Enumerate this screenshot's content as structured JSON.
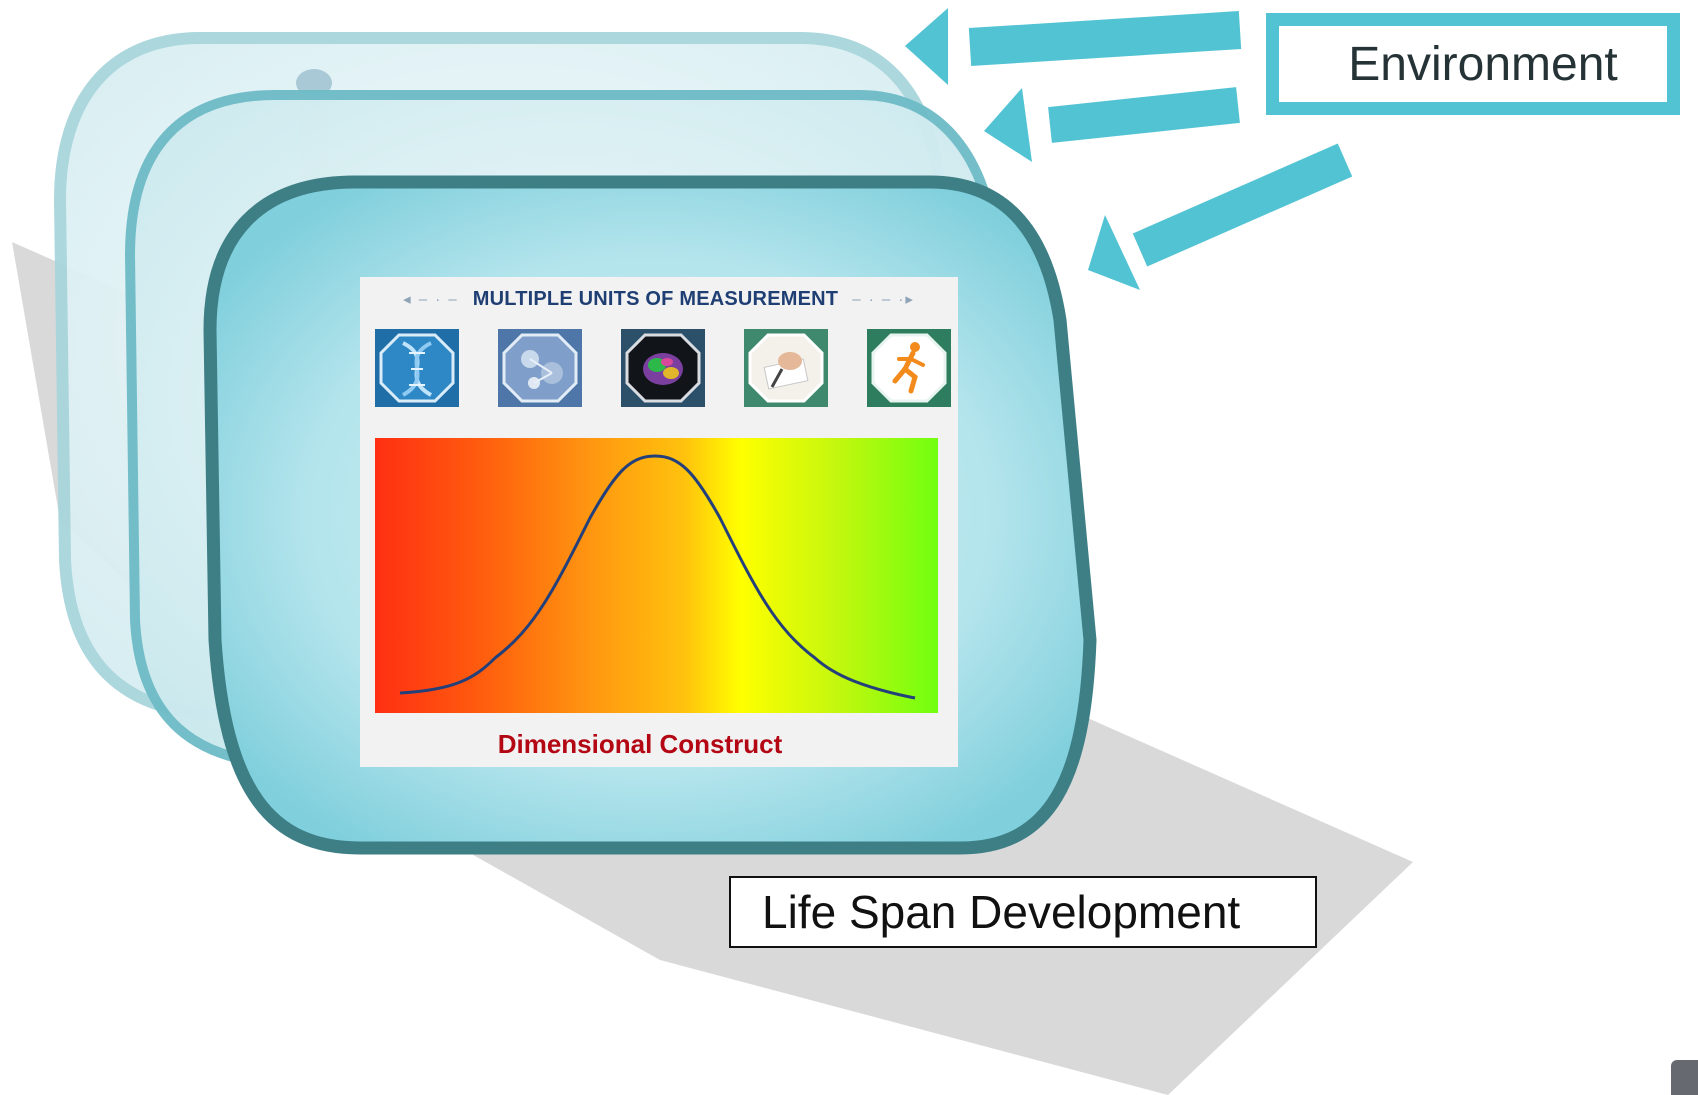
{
  "environment": {
    "label": "Environment",
    "accent_color": "#52c3d3"
  },
  "lifespan": {
    "label": "Life Span Development"
  },
  "panel": {
    "title": "MULTIPLE UNITS OF MEASUREMENT",
    "left_arrow": "◂ ‒ · ‒",
    "right_arrow": "‒ · ‒ ·▸",
    "icons": [
      {
        "name": "dna-icon",
        "label": "genes"
      },
      {
        "name": "cells-icon",
        "label": "molecules / cells"
      },
      {
        "name": "brain-icon",
        "label": "brain circuits"
      },
      {
        "name": "writing-hand-icon",
        "label": "self-report"
      },
      {
        "name": "runner-icon",
        "label": "behavior"
      }
    ],
    "caption": "Dimensional Construct",
    "gradient_colors": [
      "#ff2f12",
      "#ff9b10",
      "#ffff00",
      "#71ff10"
    ]
  },
  "colors": {
    "frame_dark": "#3e7f86",
    "frame_light": "#9fd3dc",
    "fill": "#a3dfe8",
    "floor": "#d8d8d8",
    "curve": "#24407a",
    "caption": "#b40714"
  }
}
